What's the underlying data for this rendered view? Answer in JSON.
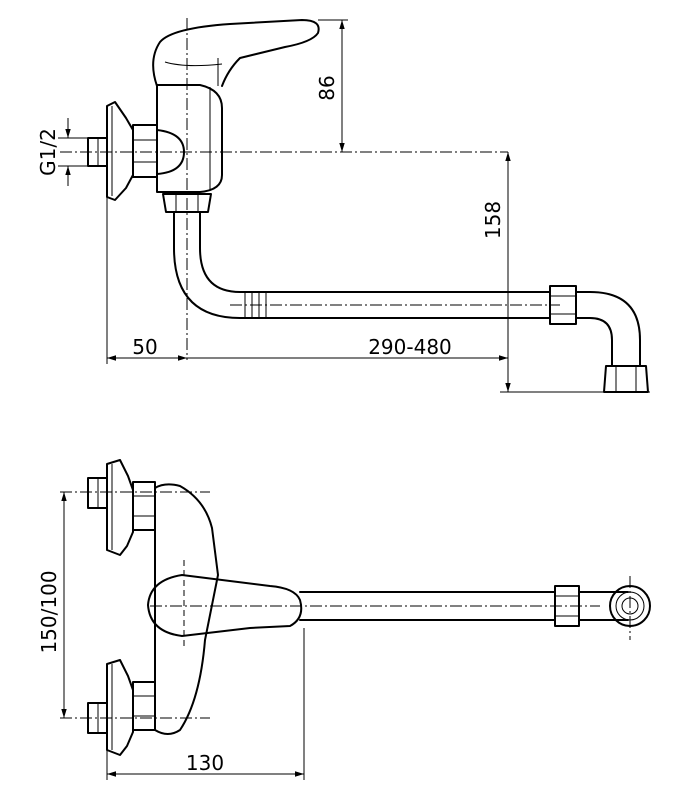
{
  "dimensions": {
    "handle_height": "86",
    "thread_size": "G1/2",
    "spout_drop": "158",
    "wall_to_axis": "50",
    "spout_reach": "290-480",
    "inlet_spacing": "150/100",
    "body_projection": "130"
  }
}
